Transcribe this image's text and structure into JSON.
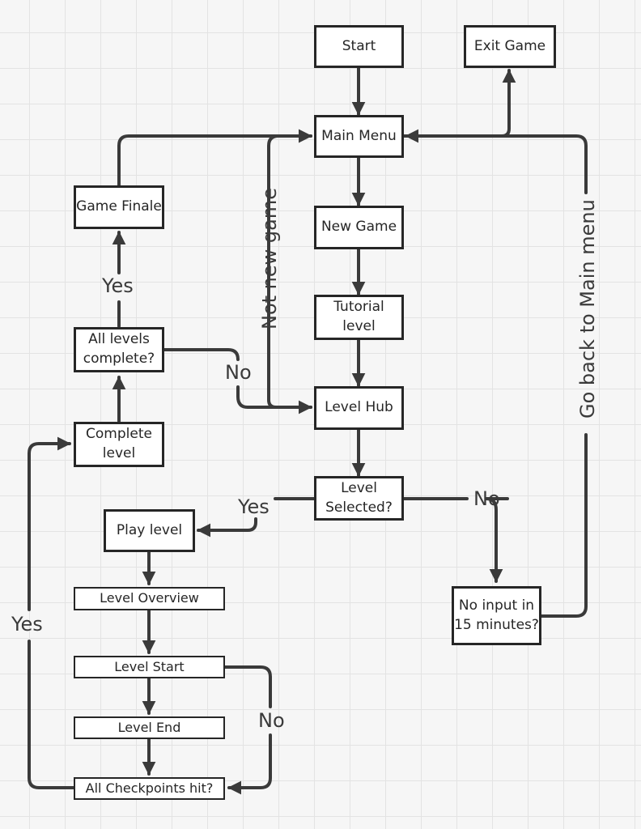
{
  "diagram": {
    "nodes": {
      "start": "Start",
      "exit_game": "Exit Game",
      "main_menu": "Main Menu",
      "new_game": "New Game",
      "tutorial_level": "Tutorial\nlevel",
      "level_hub": "Level Hub",
      "level_selected": "Level\nSelected?",
      "game_finale": "Game Finale",
      "all_levels_complete": "All levels\ncomplete?",
      "complete_level": "Complete\nlevel",
      "play_level": "Play level",
      "level_overview": "Level Overview",
      "level_start": "Level Start",
      "level_end": "Level End",
      "all_checkpoints_hit": "All Checkpoints hit?",
      "no_input": "No input in\n15 minutes?"
    },
    "labels": {
      "yes_finale": "Yes",
      "no_levels": "No",
      "not_new_game": "Not new game",
      "yes_play": "Yes",
      "no_selected": "No",
      "go_back_menu": "Go back to Main menu",
      "yes_checkpoints": "Yes",
      "no_checkpoints": "No"
    },
    "colors": {
      "line": "#3a3a3a",
      "box_border": "#262626",
      "box_fill": "#ffffff",
      "grid": "#e3e3e3",
      "background": "#f6f6f6"
    }
  }
}
